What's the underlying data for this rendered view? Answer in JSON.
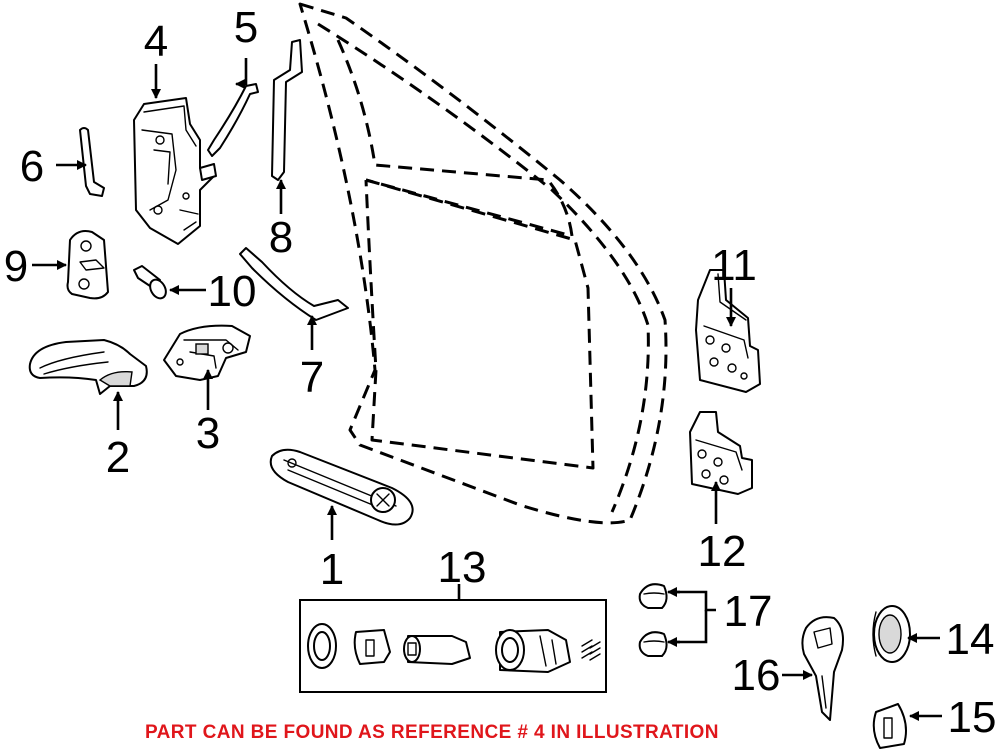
{
  "caption": "PART CAN BE FOUND AS REFERENCE # 4 IN ILLUSTRATION",
  "colors": {
    "caption": "#e0161b",
    "line": "#000000",
    "background": "#ffffff"
  },
  "callouts": [
    "1",
    "2",
    "3",
    "4",
    "5",
    "6",
    "7",
    "8",
    "9",
    "10",
    "11",
    "12",
    "13",
    "14",
    "15",
    "16",
    "17"
  ]
}
